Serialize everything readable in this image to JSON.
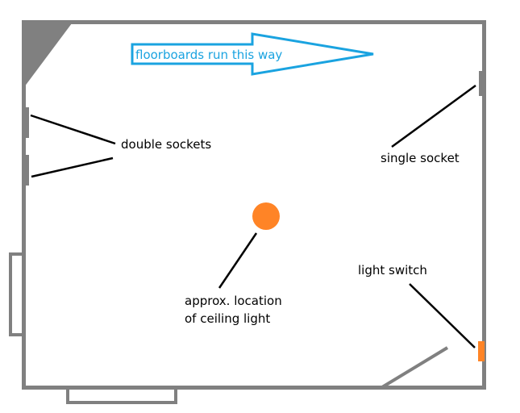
{
  "title": "Room floor plan",
  "colors": {
    "wall": "#808080",
    "arrow": "#1aa3e0",
    "light": "#ff8426",
    "leader": "#000000"
  },
  "arrow": {
    "label": "floorboards run this way",
    "icon": "right-arrow-icon"
  },
  "labels": {
    "double_sockets": "double sockets",
    "single_socket": "single socket",
    "ceiling_light_line1": "approx. location",
    "ceiling_light_line2": "of ceiling light",
    "light_switch": "light switch"
  },
  "features": [
    {
      "name": "double socket",
      "count": 2,
      "wall": "left"
    },
    {
      "name": "single socket",
      "count": 1,
      "wall": "right"
    },
    {
      "name": "ceiling light",
      "count": 1,
      "position": "centre"
    },
    {
      "name": "light switch",
      "count": 1,
      "wall": "right"
    },
    {
      "name": "window",
      "count": 2,
      "walls": [
        "left",
        "bottom"
      ]
    },
    {
      "name": "door",
      "count": 1,
      "wall": "bottom-right"
    }
  ]
}
